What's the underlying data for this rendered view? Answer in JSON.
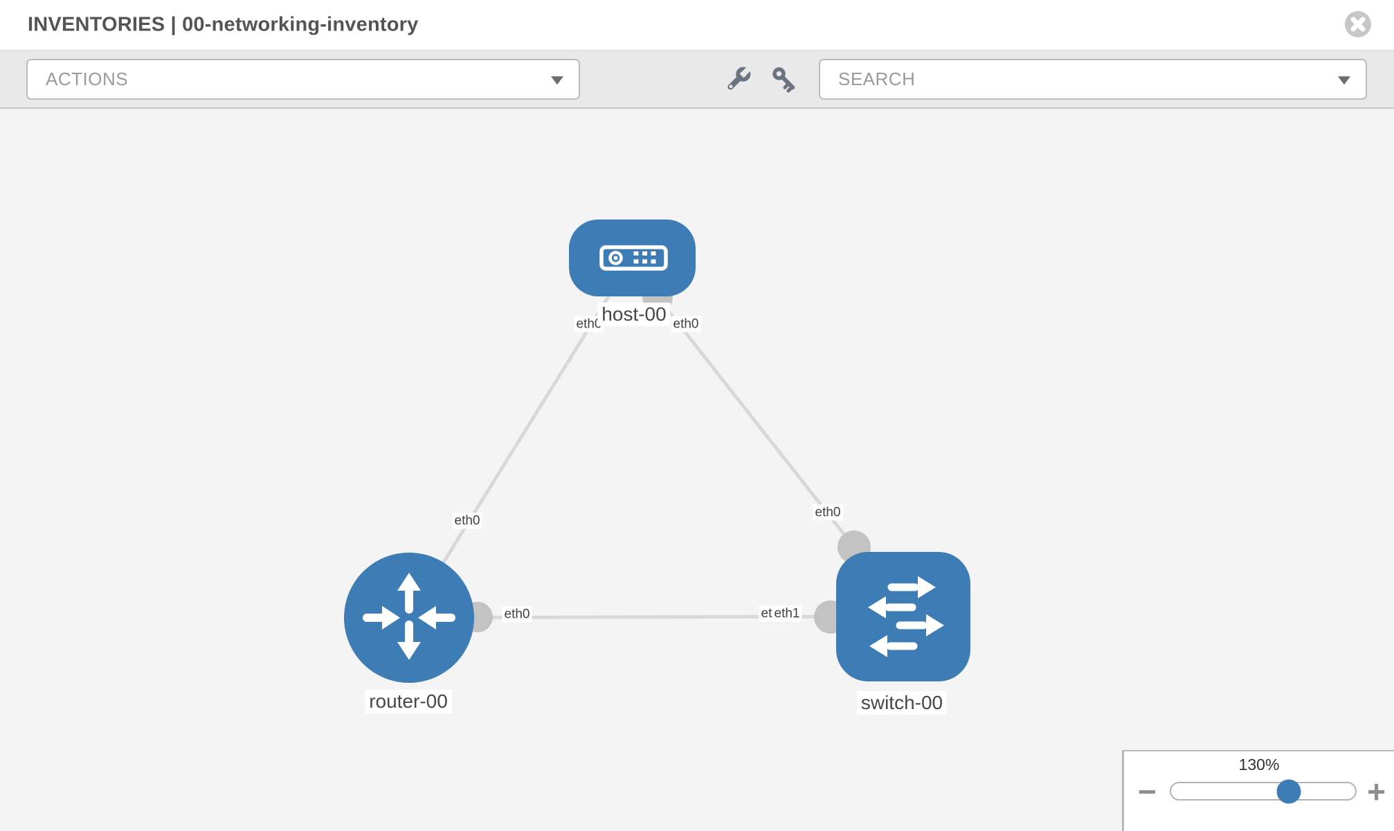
{
  "header": {
    "title": "INVENTORIES | 00-networking-inventory"
  },
  "toolbar": {
    "actions_placeholder": "ACTIONS",
    "search_placeholder": "SEARCH",
    "icons": [
      "wrench-icon",
      "key-icon"
    ]
  },
  "topology": {
    "nodes": [
      {
        "label": "host-00",
        "type": "host",
        "icon": "host-icon"
      },
      {
        "label": "router-00",
        "type": "router",
        "icon": "router-icon"
      },
      {
        "label": "switch-00",
        "type": "switch",
        "icon": "switch-icon"
      }
    ],
    "links": [
      {
        "from": "router-00",
        "to": "host-00",
        "from_label": "eth0",
        "to_label": "eth0"
      },
      {
        "from": "host-00",
        "to": "switch-00",
        "from_label": "eth0",
        "to_label": "eth0"
      },
      {
        "from": "router-00",
        "to": "switch-00",
        "from_label": "eth0",
        "to_label": "eth1",
        "to_label_under": "eth0"
      }
    ]
  },
  "zoom_control": {
    "level": "130%",
    "zoom_out_label": "−",
    "zoom_in_label": "+",
    "thumb_position_percent": 64
  },
  "colors": {
    "node_blue": "#3d7cb5",
    "link_gray": "#d8d8d8",
    "port_gray": "#c3c3c3",
    "toolbar_bg": "#e9e9e9",
    "canvas_bg": "#f4f4f4",
    "close_icon_gray": "#c7c7c7"
  }
}
